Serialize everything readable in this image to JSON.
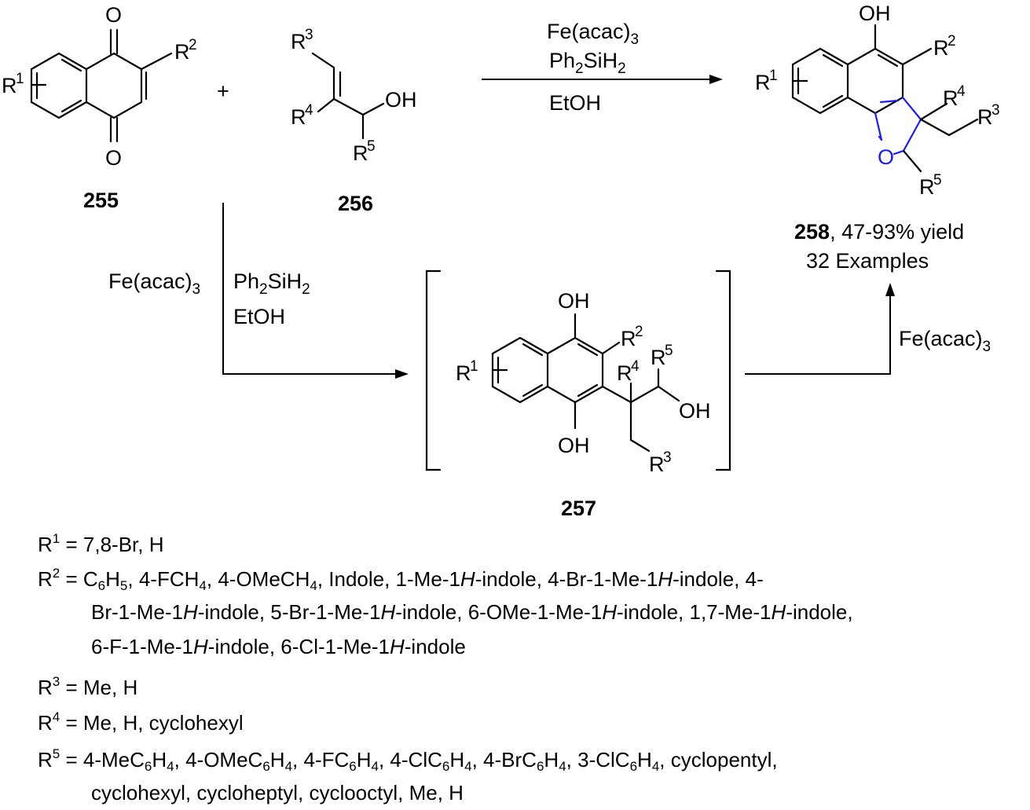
{
  "compounds": {
    "c255": "255",
    "c256": "256",
    "c257": "257",
    "c258": "258"
  },
  "plus": "+",
  "atoms": {
    "O": "O",
    "OH": "OH",
    "R": "R",
    "s1": "1",
    "s2": "2",
    "s3": "3",
    "s4": "4",
    "s5": "5"
  },
  "reagents": {
    "fe_a": "Fe(acac)",
    "fe_sub": "3",
    "ph_a": "Ph",
    "ph_sub1": "2",
    "ph_b": "SiH",
    "ph_sub2": "2",
    "etoh": "EtOH"
  },
  "result": {
    "yield": ", 47-93% yield",
    "examples": "32 Examples"
  },
  "substituents": {
    "r1": "= 7,8-Br, H",
    "r2_a": "= C",
    "r2_b": "H",
    "r2_c": ", 4-FC",
    "r2_d": ", 4-OMeC",
    "r2_e": ", Indole, 1-Me-1",
    "r2_f": "-indole, 4-Br-1-Me-1",
    "r2_g": "-indole, 4-",
    "r2_line2_a": "Br-1-Me-1",
    "r2_line2_b": "-indole, 5-Br-1-Me-1",
    "r2_line2_c": "-indole, 6-OMe-1-Me-1",
    "r2_line2_d": "-indole, 1,7-Me-1",
    "r2_line2_e": "-indole,",
    "r2_line3_a": "6-F-1-Me-1",
    "r2_line3_b": "-indole, 6-Cl-1-Me-1",
    "r2_line3_c": "-indole",
    "italicH": "H",
    "six": "6",
    "four": "4",
    "r3": "= Me, H",
    "r4": "= Me, H, cyclohexyl",
    "r5_a": "= 4-MeC",
    "r5_b": ", 4-OMeC",
    "r5_c": ", 4-FC",
    "r5_d": ", 4-ClC",
    "r5_e": ", 4-BrC",
    "r5_f": ", 3-ClC",
    "r5_g": ", cyclopentyl,",
    "r5_line2": "cyclohexyl, cycloheptyl, cyclooctyl, Me, H",
    "H": "H"
  }
}
